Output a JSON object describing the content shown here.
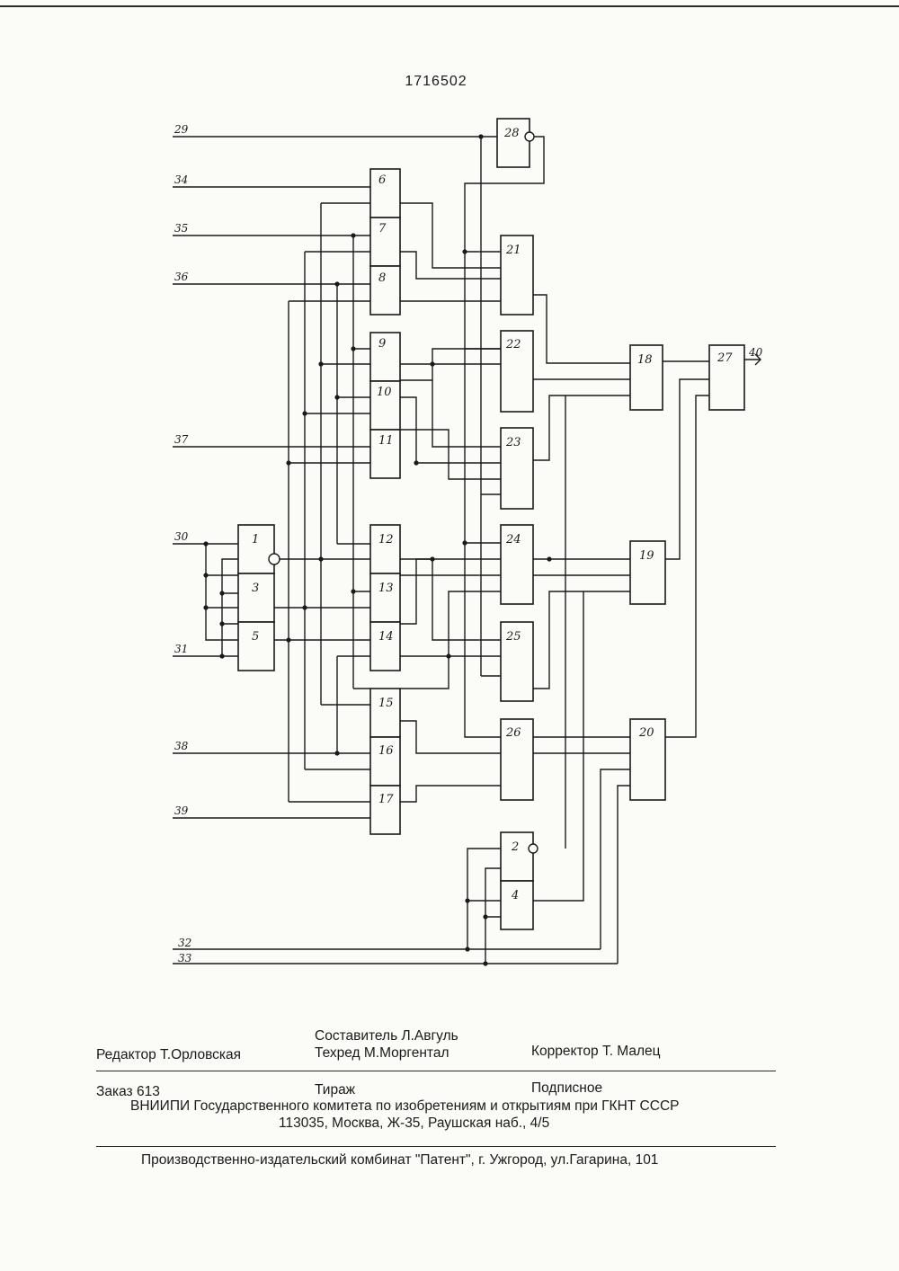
{
  "document": {
    "patent_number": "1716502"
  },
  "diagram": {
    "blocks": [
      "1",
      "2",
      "3",
      "4",
      "5",
      "6",
      "7",
      "8",
      "9",
      "10",
      "11",
      "12",
      "13",
      "14",
      "15",
      "16",
      "17",
      "18",
      "19",
      "20",
      "21",
      "22",
      "23",
      "24",
      "25",
      "26",
      "27",
      "28"
    ],
    "inputs": [
      "29",
      "34",
      "35",
      "36",
      "37",
      "30",
      "31",
      "38",
      "39",
      "32",
      "33"
    ],
    "output": "40"
  },
  "footer": {
    "compiler": "Составитель Л.Авгуль",
    "editor": "Редактор  Т.Орловская",
    "techred": "Техред М.Моргентал",
    "corrector": "Корректор  Т. Малец",
    "order": "Заказ  613",
    "circulation": "Тираж",
    "subscription": "Подписное",
    "vniipi": "ВНИИПИ Государственного комитета по изобретениям и открытиям при ГКНТ СССР",
    "address": "113035, Москва, Ж-35, Раушская наб., 4/5",
    "publisher": "Производственно-издательский комбинат \"Патент\", г. Ужгород, ул.Гагарина, 101"
  }
}
